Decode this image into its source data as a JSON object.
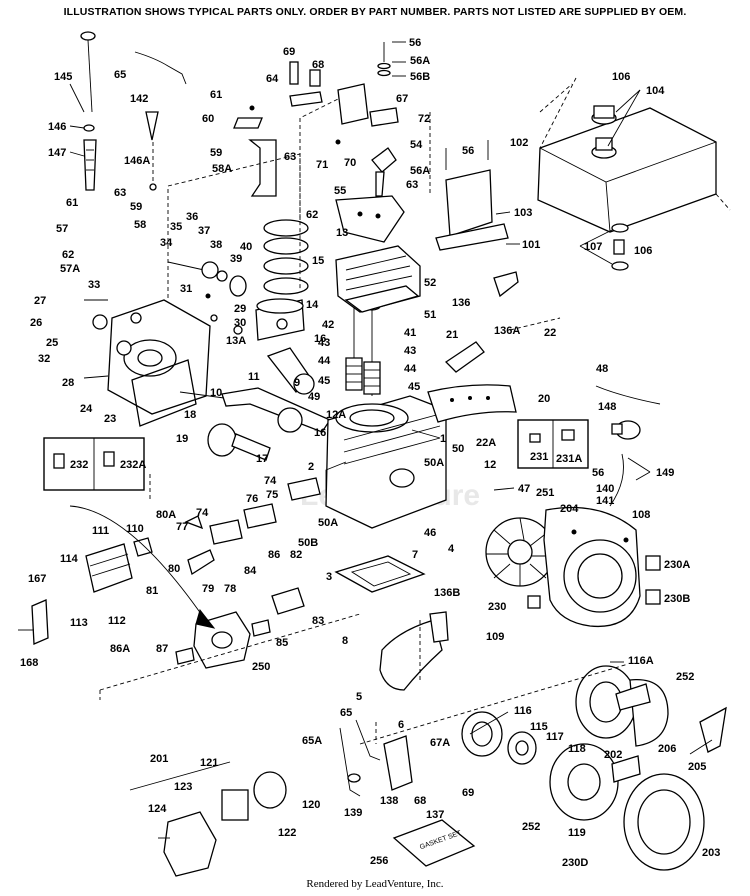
{
  "header": "ILLUSTRATION SHOWS TYPICAL PARTS ONLY. ORDER BY PART NUMBER. PARTS NOT LISTED ARE SUPPLIED BY OEM.",
  "footer": "Rendered by LeadVenture, Inc.",
  "labels": {
    "l56": "56",
    "l56A": "56A",
    "l56B": "56B",
    "l69": "69",
    "l68": "68",
    "l64": "64",
    "l67": "67",
    "l72": "72",
    "l61": "61",
    "l60": "60",
    "l145": "145",
    "l65top": "65",
    "l142": "142",
    "l146": "146",
    "l146A": "146A",
    "l147": "147",
    "l59": "59",
    "l58A": "58A",
    "l63": "63",
    "l71": "71",
    "l70": "70",
    "l54": "54",
    "l56b2": "56",
    "l102": "102",
    "l56Ab2": "56A",
    "l63b": "63",
    "l55": "55",
    "l62": "62",
    "l106": "106",
    "l104": "104",
    "l103": "103",
    "l101": "101",
    "l107": "107",
    "l106b": "106",
    "l61b": "61",
    "l63c": "63",
    "l59b": "59",
    "l57": "57",
    "l58": "58",
    "l62b": "62",
    "l57A": "57A",
    "l36": "36",
    "l35": "35",
    "l37": "37",
    "l34": "34",
    "l38": "38",
    "l40": "40",
    "l39": "39",
    "l13": "13",
    "l15": "15",
    "l52": "52",
    "l33": "33",
    "l27": "27",
    "l31": "31",
    "l29": "29",
    "l26": "26",
    "l30": "30",
    "l14": "14",
    "l51": "51",
    "l136": "136",
    "l25": "25",
    "l32": "32",
    "l13A": "13A",
    "l16": "16",
    "l42": "42",
    "l41": "41",
    "l21": "21",
    "l136A": "136A",
    "l22": "22",
    "l43": "43",
    "l43b": "43",
    "l44": "44",
    "l44b": "44",
    "l45": "45",
    "l45b": "45",
    "l28": "28",
    "l11": "11",
    "l9": "9",
    "l24": "24",
    "l23": "23",
    "l10": "10",
    "l49": "49",
    "l18": "18",
    "l12A": "12A",
    "l20": "20",
    "l48": "48",
    "l148": "148",
    "l16b": "16",
    "l1": "1",
    "l22A": "22A",
    "l19": "19",
    "l17": "17",
    "l232": "232",
    "l232A": "232A",
    "l50": "50",
    "l50A": "50A",
    "l231": "231",
    "l231A": "231A",
    "l12": "12",
    "l2": "2",
    "l149": "149",
    "l56c": "56",
    "l140": "140",
    "l74": "74",
    "l76": "76",
    "l75": "75",
    "l47": "47",
    "l251": "251",
    "l141": "141",
    "l204": "204",
    "l108": "108",
    "l80A": "80A",
    "l77": "77",
    "l74b": "74",
    "l50Ab": "50A",
    "l46": "46",
    "l4": "4",
    "l111": "111",
    "l110": "110",
    "l50B": "50B",
    "l7": "7",
    "l230A": "230A",
    "l114": "114",
    "l80": "80",
    "l86": "86",
    "l82": "82",
    "l3": "3",
    "l167": "167",
    "l79": "79",
    "l78": "78",
    "l84": "84",
    "l136B": "136B",
    "l230": "230",
    "l230B": "230B",
    "l113": "113",
    "l112": "112",
    "l81": "81",
    "l83": "83",
    "l8": "8",
    "l109": "109",
    "l86A": "86A",
    "l85": "85",
    "l168": "168",
    "l87": "87",
    "l250": "250",
    "l116A": "116A",
    "l252": "252",
    "l5": "5",
    "l6": "6",
    "l65": "65",
    "l116": "116",
    "l115": "115",
    "l117": "117",
    "l65A": "65A",
    "l67A": "67A",
    "l118": "118",
    "l206": "206",
    "l202": "202",
    "l205": "205",
    "l201": "201",
    "l121": "121",
    "l123": "123",
    "l138": "138",
    "l68b": "68",
    "l69b": "69",
    "l120": "120",
    "l124": "124",
    "l139": "139",
    "l137": "137",
    "l252b": "252",
    "l119": "119",
    "l122": "122",
    "l230D": "230D",
    "l203": "203",
    "l256": "256",
    "gasket": "GASKET SET",
    "watermark": "LeadVenture"
  }
}
